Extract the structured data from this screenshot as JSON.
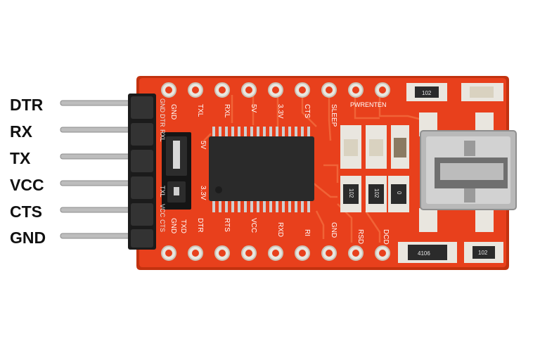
{
  "pin_labels": [
    "DTR",
    "RX",
    "TX",
    "VCC",
    "CTS",
    "GND"
  ],
  "silkscreen": {
    "top_row": [
      "GND",
      "TXL",
      "RXL",
      "5V",
      "3.3V",
      "CTS",
      "SLEEP",
      "PWRENTEN"
    ],
    "bottom_row": [
      "GND",
      "TXD",
      "DTR",
      "RTS",
      "VCC",
      "RXD",
      "RI",
      "GND",
      "RSD",
      "DCD"
    ],
    "header_labels": [
      "GND",
      "DTR",
      "RXL",
      "TXL",
      "VCC",
      "CTS"
    ],
    "jumper_labels": [
      "5V",
      "3.3V"
    ],
    "resistor_codes": [
      "102",
      "102",
      "102",
      "0",
      "102",
      "4106"
    ]
  },
  "colors": {
    "board": "#e8401c",
    "board_edge": "#c2320f",
    "pad": "#e9e6df",
    "header": "#1b1b1b",
    "chip": "#2a2a2a",
    "usb": "#c9c9c9",
    "pin": "#bdbdbd"
  }
}
